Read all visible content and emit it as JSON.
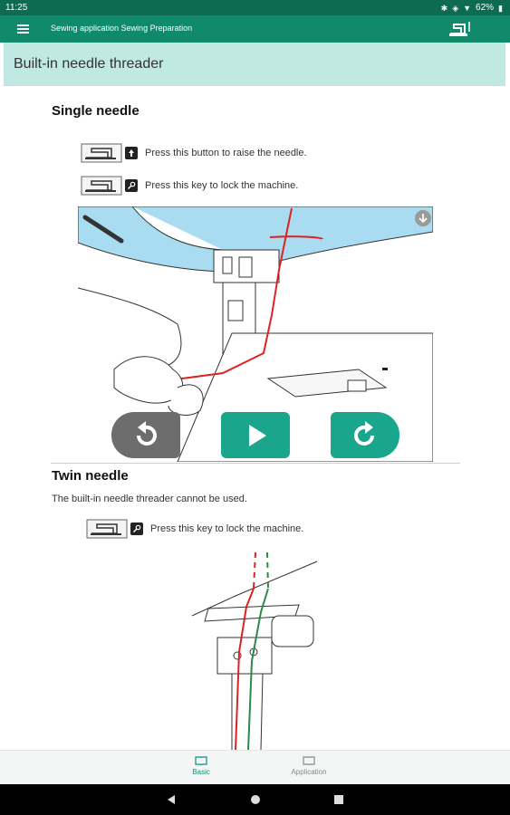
{
  "status_bar": {
    "time": "11:25",
    "battery": "62%",
    "icons": [
      "bluetooth-icon",
      "vibrate-icon",
      "wifi-icon",
      "battery-icon"
    ]
  },
  "app_bar": {
    "title": "Sewing application Sewing Preparation",
    "menu_icon": "menu-icon",
    "machine_icon": "sewing-machine-icon"
  },
  "section": {
    "title": "Built-in needle threader"
  },
  "single_needle": {
    "heading": "Single needle",
    "instructions": [
      {
        "icon": "needle-up-key-icon",
        "text": "Press this button to raise the needle."
      },
      {
        "icon": "lock-key-icon",
        "text": "Press this key to lock the machine."
      }
    ],
    "controls": [
      {
        "name": "rewind",
        "icon": "rewind-icon"
      },
      {
        "name": "play",
        "icon": "play-icon"
      },
      {
        "name": "forward",
        "icon": "forward-icon"
      }
    ],
    "download_icon": "download-icon"
  },
  "twin_needle": {
    "heading": "Twin needle",
    "note": "The built-in needle threader cannot be used.",
    "instructions": [
      {
        "icon": "lock-key-icon",
        "text": "Press this key to lock the machine."
      }
    ]
  },
  "bottom_nav": {
    "items": [
      {
        "label": "Basic",
        "active": true
      },
      {
        "label": "Application",
        "active": false
      }
    ]
  },
  "colors": {
    "status_bar": "#0e6b53",
    "app_bar": "#108a6a",
    "section_header": "#bfe9e2",
    "accent": "#1aa58d",
    "rewind_button": "#6d6d6d"
  }
}
